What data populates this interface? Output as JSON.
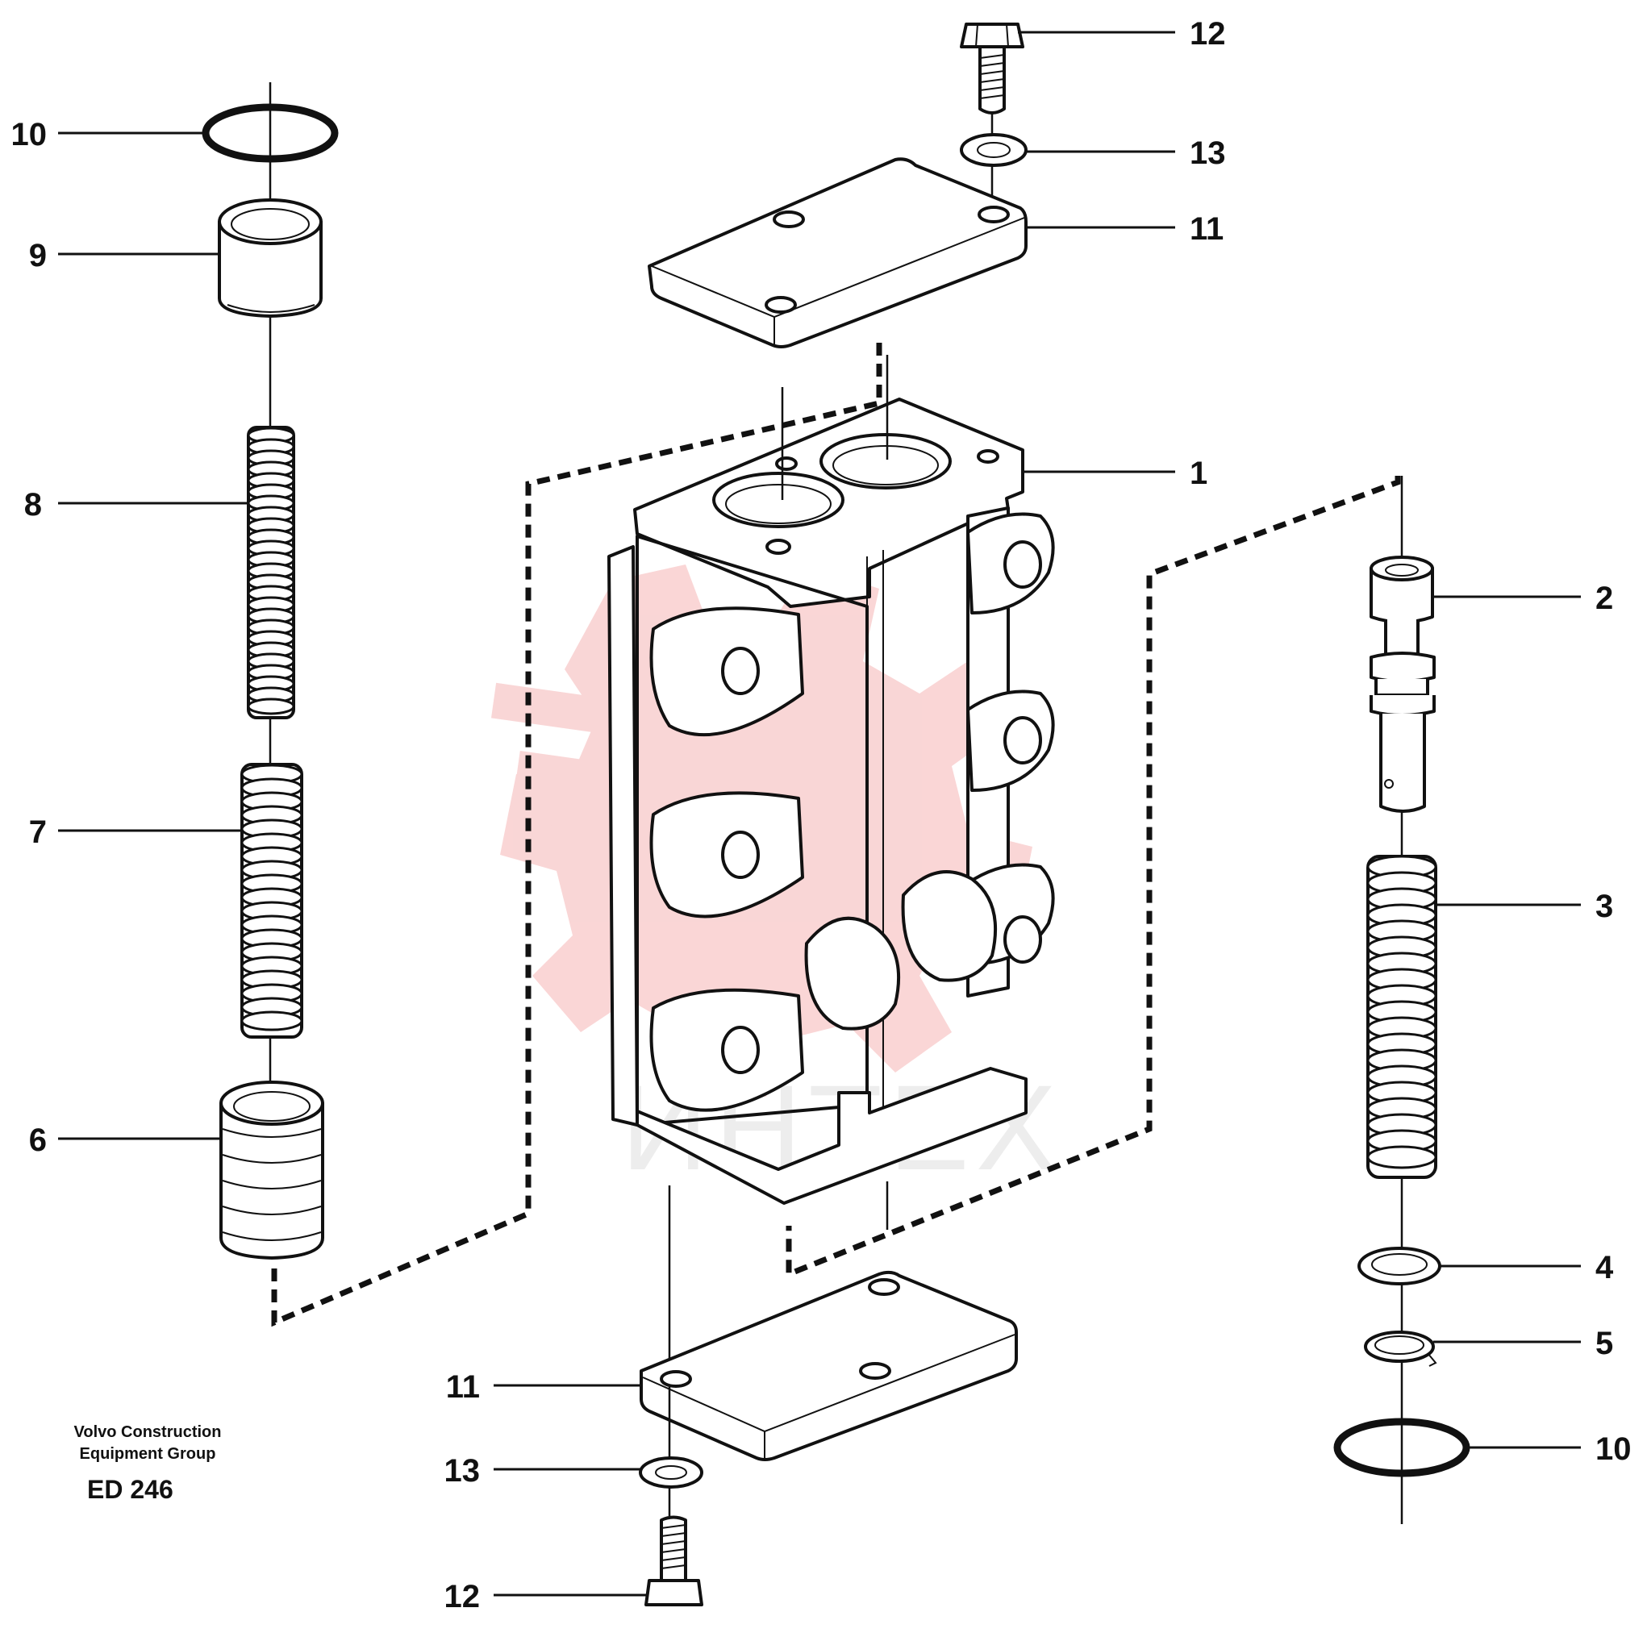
{
  "diagram": {
    "callouts": [
      {
        "id": "c-10-left",
        "label": "10"
      },
      {
        "id": "c-9",
        "label": "9"
      },
      {
        "id": "c-8",
        "label": "8"
      },
      {
        "id": "c-7",
        "label": "7"
      },
      {
        "id": "c-6",
        "label": "6"
      },
      {
        "id": "c-12-top",
        "label": "12"
      },
      {
        "id": "c-13-top",
        "label": "13"
      },
      {
        "id": "c-11-top",
        "label": "11"
      },
      {
        "id": "c-1",
        "label": "1"
      },
      {
        "id": "c-2",
        "label": "2"
      },
      {
        "id": "c-3",
        "label": "3"
      },
      {
        "id": "c-4",
        "label": "4"
      },
      {
        "id": "c-5",
        "label": "5"
      },
      {
        "id": "c-10-right",
        "label": "10"
      },
      {
        "id": "c-11-bottom",
        "label": "11"
      },
      {
        "id": "c-13-bottom",
        "label": "13"
      },
      {
        "id": "c-12-bottom",
        "label": "12"
      }
    ],
    "credit_line_1": "Volvo Construction",
    "credit_line_2": "Equipment Group",
    "drawing_code": "ED 246",
    "watermark_text": "ИНТЕХ",
    "colors": {
      "line": "#111111",
      "watermark_logo": "#f5b5b5",
      "watermark_text": "#d8d8d8"
    }
  }
}
